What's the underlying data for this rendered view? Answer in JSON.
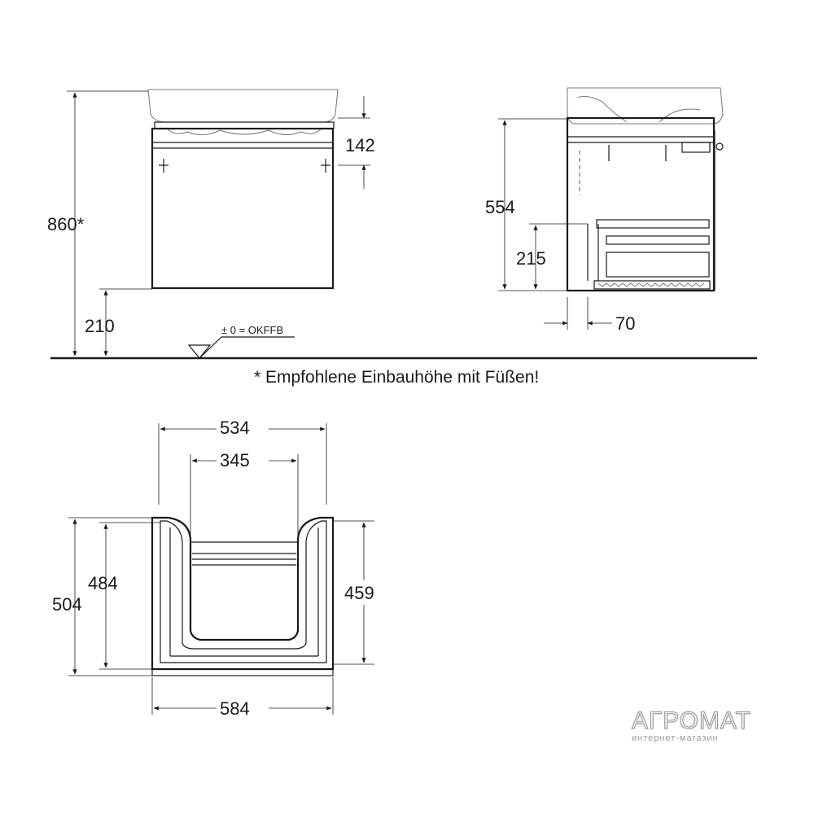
{
  "front_view": {
    "height_total": "860*",
    "height_top": "142",
    "height_bottom": "210",
    "floor_label": "± 0 = OKFFB"
  },
  "side_view": {
    "height_554": "554",
    "height_215": "215",
    "depth_70": "70"
  },
  "note": "* Empfohlene Einbauhöhe mit Füßen!",
  "top_view": {
    "width_534": "534",
    "width_345": "345",
    "width_584": "584",
    "depth_504": "504",
    "depth_484": "484",
    "depth_459": "459"
  },
  "watermark": {
    "brand": "АГРОМАТ",
    "tagline": "интернет-магазин"
  }
}
